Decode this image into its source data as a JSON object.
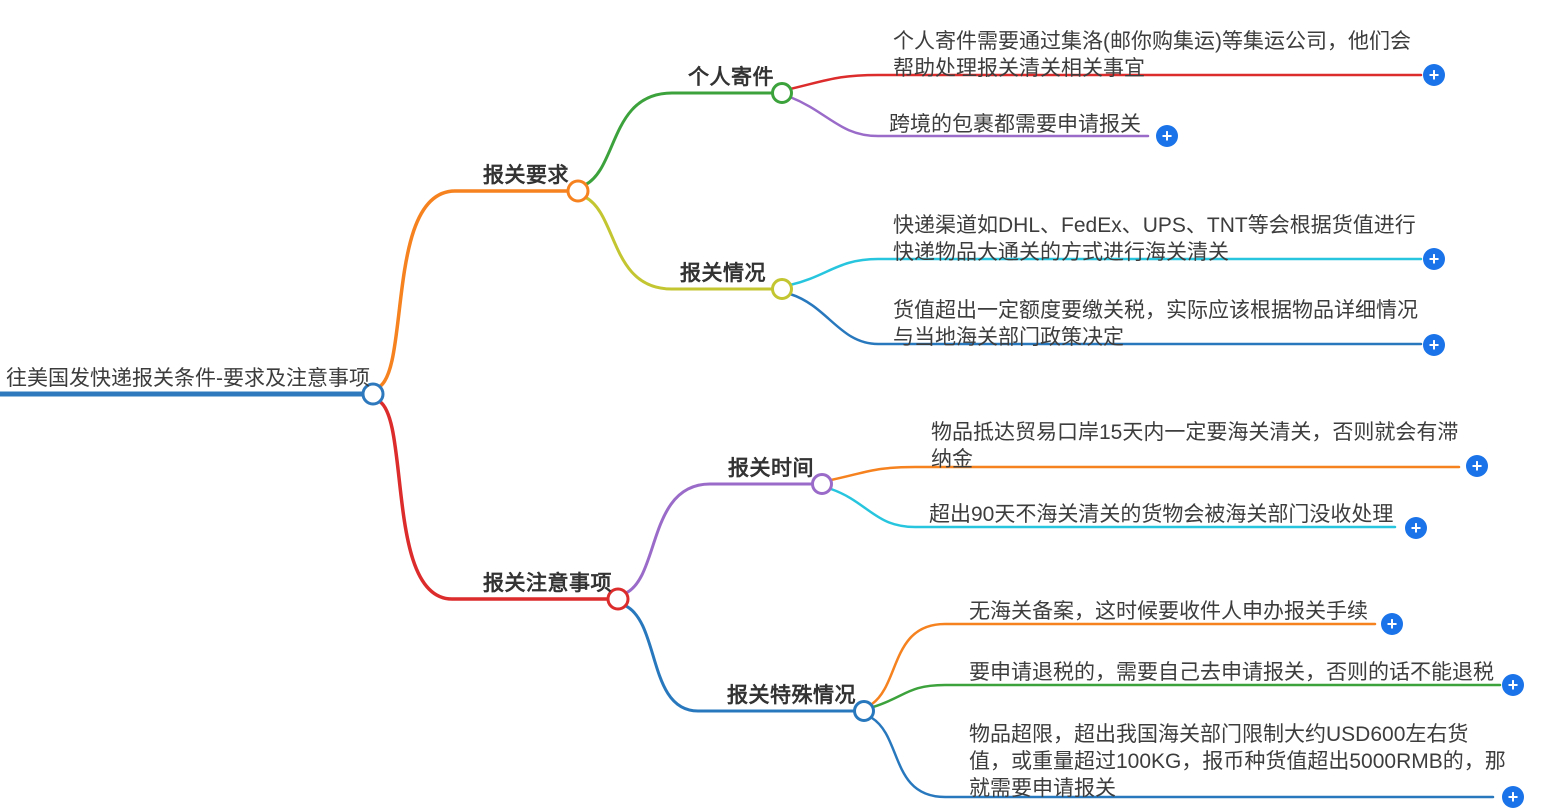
{
  "map": {
    "root": {
      "label": "往美国发快递报关条件-要求及注意事项",
      "color": "#2e79be"
    },
    "children": [
      {
        "label": "报关要求",
        "color": "#f5821f",
        "children": [
          {
            "label": "个人寄件",
            "color": "#3ca23c",
            "children": [
              {
                "lines": [
                  "个人寄件需要通过集洛(邮你购集运)等集运公司，他们会",
                  "帮助处理报关清关相关事宜"
                ],
                "color": "#dc2c2c"
              },
              {
                "lines": [
                  "跨境的包裹都需要申请报关"
                ],
                "color": "#9a6bc8"
              }
            ]
          },
          {
            "label": "报关情况",
            "color": "#c3c531",
            "children": [
              {
                "lines": [
                  "快递渠道如DHL、FedEx、UPS、TNT等会根据货值进行",
                  "快递物品大通关的方式进行海关清关"
                ],
                "color": "#27c6de"
              },
              {
                "lines": [
                  "货值超出一定额度要缴关税，实际应该根据物品详细情况",
                  "与当地海关部门政策决定"
                ],
                "color": "#2878be"
              }
            ]
          }
        ]
      },
      {
        "label": "报关注意事项",
        "color": "#dc2c2c",
        "children": [
          {
            "label": "报关时间",
            "color": "#9a6bc8",
            "children": [
              {
                "lines": [
                  "物品抵达贸易口岸15天内一定要海关清关，否则就会有滞",
                  "纳金"
                ],
                "color": "#f5821f"
              },
              {
                "lines": [
                  "超出90天不海关清关的货物会被海关部门没收处理"
                ],
                "color": "#27c6de"
              }
            ]
          },
          {
            "label": "报关特殊情况",
            "color": "#2878be",
            "children": [
              {
                "lines": [
                  "无海关备案，这时候要收件人申办报关手续"
                ],
                "color": "#f5821f"
              },
              {
                "lines": [
                  "要申请退税的，需要自己去申请报关，否则的话不能退税"
                ],
                "color": "#3ca23c"
              },
              {
                "lines": [
                  "物品超限，超出我国海关部门限制大约USD600左右货",
                  "值，或重量超过100KG，报币种货值超出5000RMB的，那",
                  "就需要申请报关"
                ],
                "color": "#2878be"
              }
            ]
          }
        ]
      }
    ]
  },
  "icons": {
    "plus": "+"
  },
  "colors": {
    "plus_button": "#1a73e8",
    "node_fill": "#ffffff",
    "label_text": "#333333",
    "leaf_text": "#3d3d3d"
  }
}
